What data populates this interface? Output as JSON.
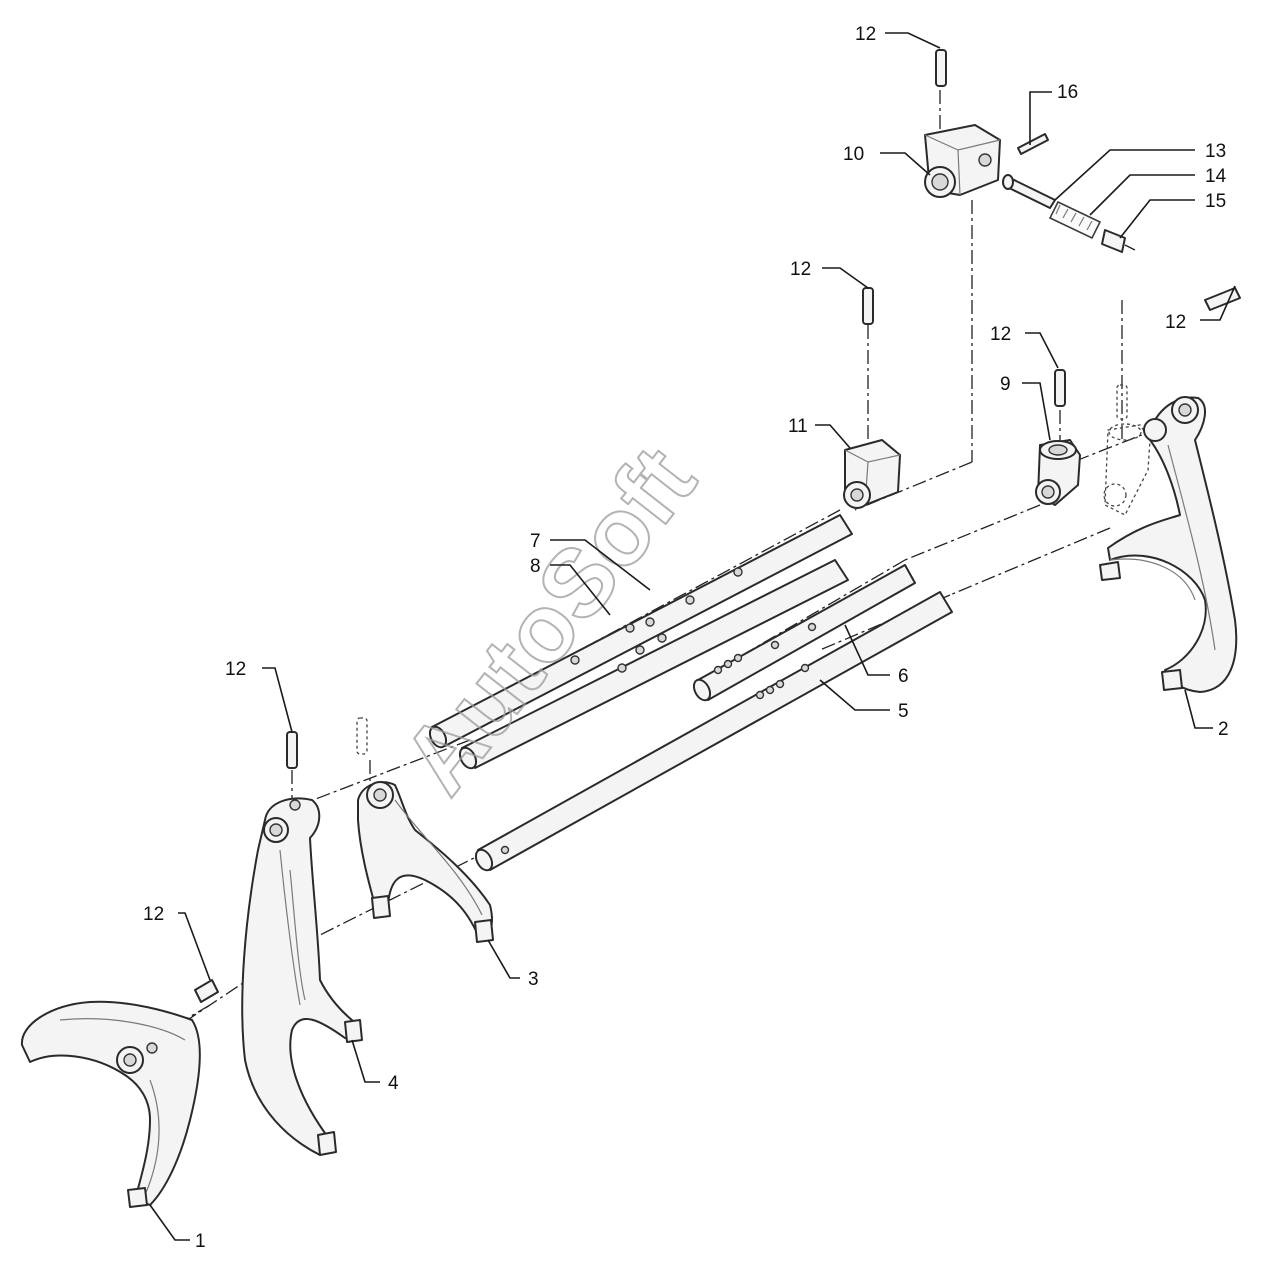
{
  "watermark": "AutoSoft",
  "callouts": {
    "c1": "1",
    "c2": "2",
    "c3": "3",
    "c4": "4",
    "c5": "5",
    "c6": "6",
    "c7": "7",
    "c8": "8",
    "c9": "9",
    "c10": "10",
    "c11": "11",
    "c12a": "12",
    "c12b": "12",
    "c12c": "12",
    "c12d": "12",
    "c12e": "12",
    "c12f": "12",
    "c13": "13",
    "c14": "14",
    "c15": "15",
    "c16": "16"
  },
  "icons": {
    "fork": "shift-fork-icon",
    "rod": "shift-rod-icon",
    "pin": "roll-pin-icon",
    "block": "selector-block-icon",
    "spring": "spring-icon"
  }
}
